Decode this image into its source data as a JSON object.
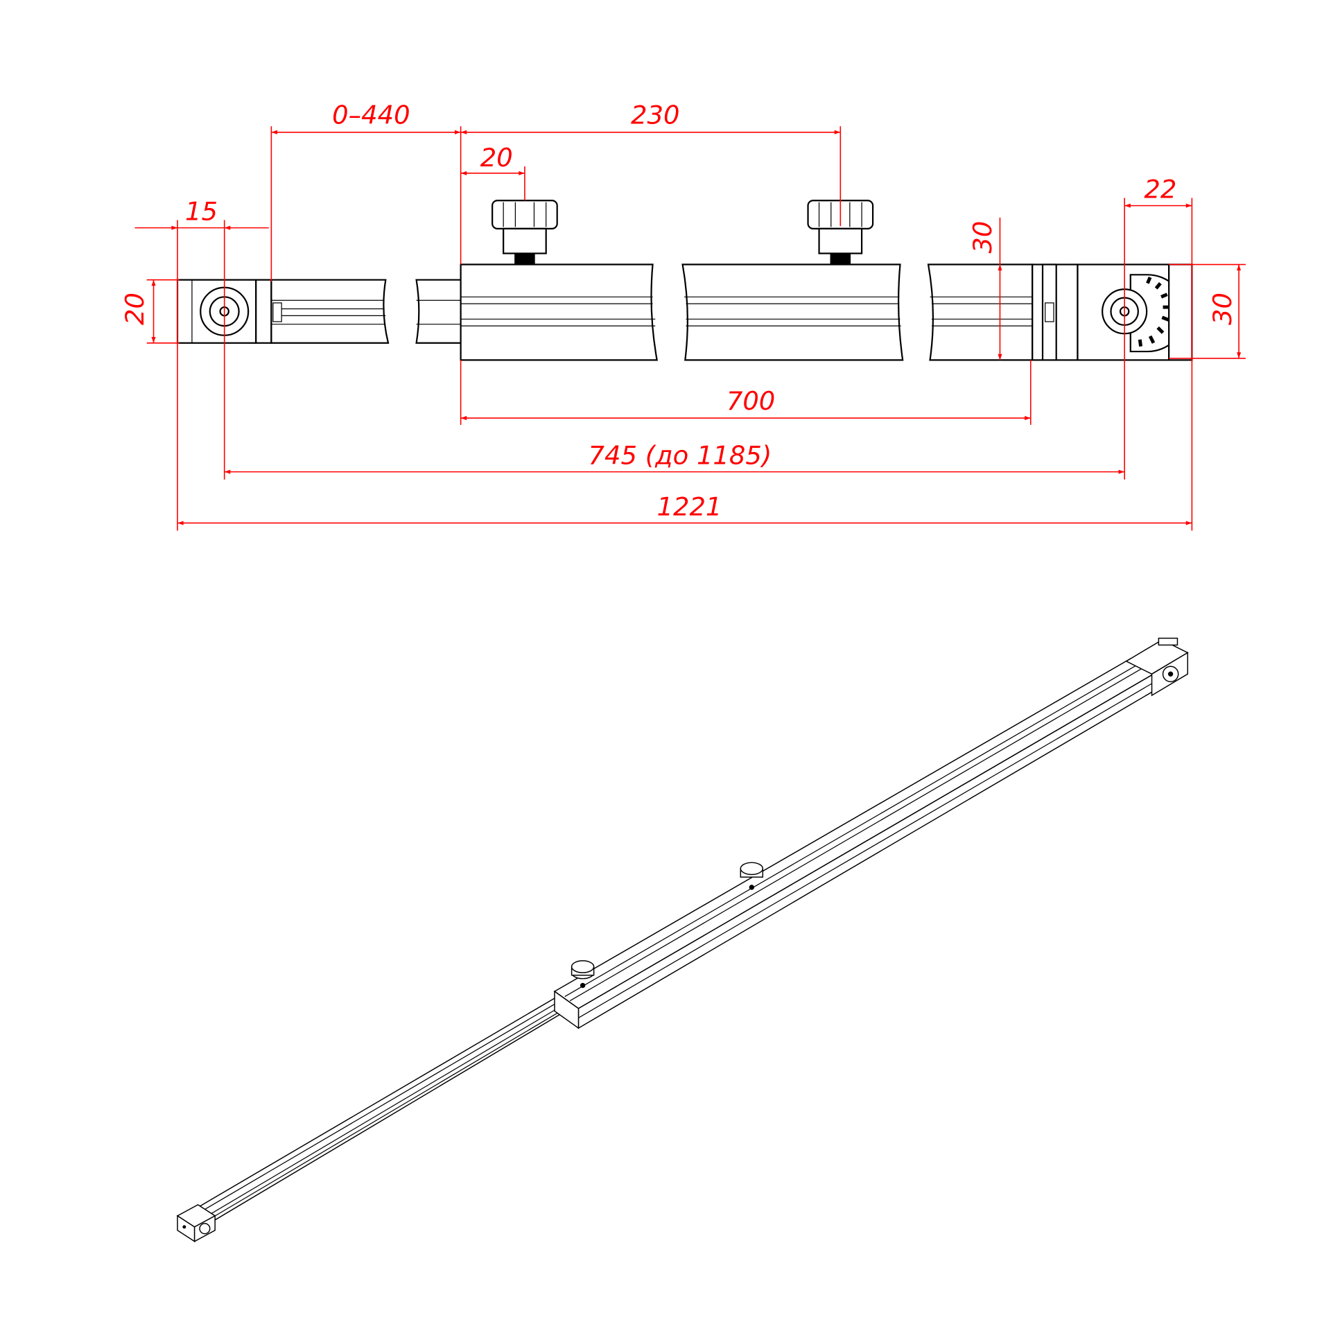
{
  "drawing": {
    "colors": {
      "dimension": "#ff0000",
      "part": "#000000"
    },
    "dimensions": {
      "slide_range": "0–440",
      "knob_spacing": "230",
      "knob_offset": "20",
      "left_pivot_offset": "15",
      "left_height": "20",
      "tube_height": "30",
      "right_pivot_offset": "22",
      "right_height": "30",
      "tube_length": "700",
      "pivot_span": "745 (до 1185)",
      "overall_length": "1221"
    }
  }
}
